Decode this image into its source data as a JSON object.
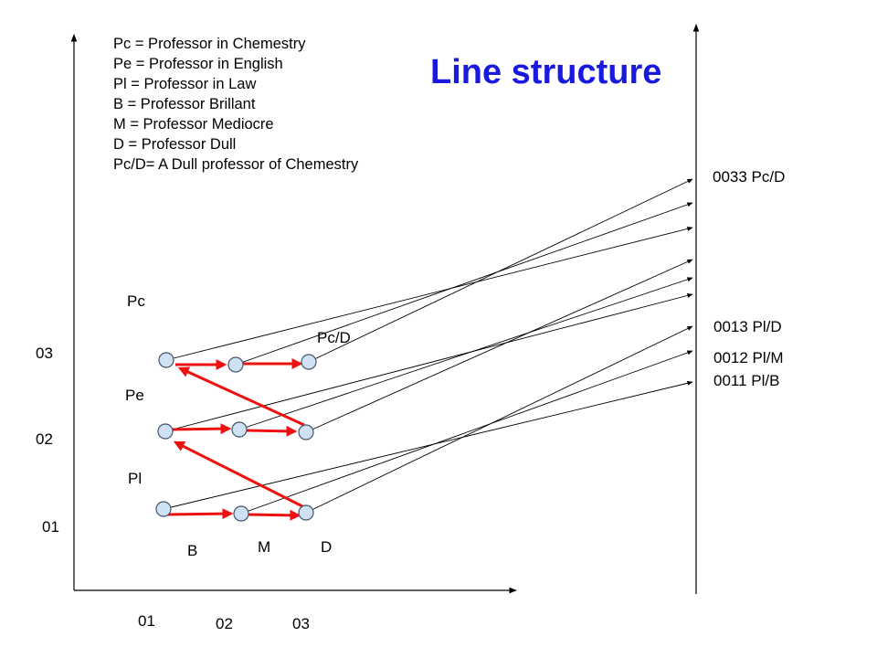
{
  "title": "Line structure",
  "legend": [
    "Pc = Professor in Chemestry",
    "Pe = Professor in English",
    "Pl = Professor in Law",
    "B = Professor Brillant",
    "M = Professor Mediocre",
    "D = Professor Dull",
    "Pc/D= A Dull professor of Chemestry"
  ],
  "row_labels": {
    "pc": "Pc",
    "pe": "Pe",
    "pl": "Pl"
  },
  "y_ticks": {
    "r3": "03",
    "r2": "02",
    "r1": "01"
  },
  "x_ticks": {
    "c1": "01",
    "c2": "02",
    "c3": "03"
  },
  "column_labels": {
    "b": "B",
    "m": "M",
    "d": "D"
  },
  "node_label": "Pc/D",
  "address_labels": {
    "a0033": "0033 Pc/D",
    "a0013": "0013 Pl/D",
    "a0012": "0012 Pl/M",
    "a0011": "0011 Pl/B"
  },
  "colors": {
    "title": "#1a1adf",
    "arrow": "#ee1111",
    "node_fill": "#cfe2f3",
    "line": "#000000"
  }
}
